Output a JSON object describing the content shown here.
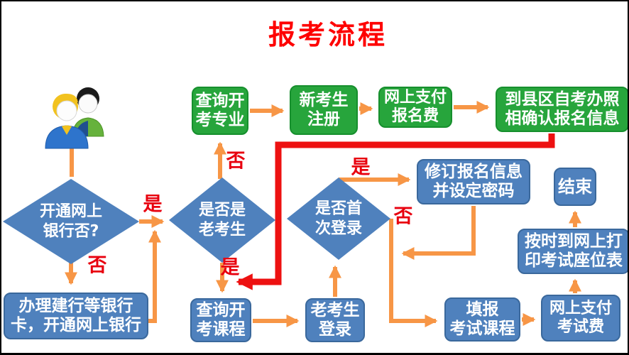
{
  "title": "报考流程",
  "colors": {
    "box_green": "#27a53c",
    "box_blue": "#4f81bd",
    "arrow_orange": "#f79646",
    "line_red": "#ed1111",
    "label_red": "#e8000f",
    "title_red": "#fe0000",
    "text_white": "#ffffff"
  },
  "icons": {
    "applicant": "two-users-icon"
  },
  "nodes": {
    "query_major": {
      "text": "查询开\n考专业"
    },
    "new_register": {
      "text": "新考生\n注册"
    },
    "pay_reg_fee": {
      "text": "网上支付\n报名费"
    },
    "confirm_info": {
      "text": "到县区自考办照\n相确认报名信息"
    },
    "bank_card": {
      "text": "办理建行等银行\n卡，开通网上银行"
    },
    "query_course": {
      "text": "查询开\n考课程"
    },
    "old_login": {
      "text": "老考生\n登录"
    },
    "revise_info": {
      "text": "修订报名信息\n并设定密码"
    },
    "end": {
      "text": "结束"
    },
    "print_seat": {
      "text": "按时到网上打\n印考试座位表"
    },
    "fill_course": {
      "text": "填报\n考试课程"
    },
    "pay_exam_fee": {
      "text": "网上支付\n考试费"
    }
  },
  "decisions": {
    "open_bank": {
      "text": "开通网上\n银行否?"
    },
    "is_old": {
      "text": "是否是\n老考生"
    },
    "first_login": {
      "text": "是否首\n次登录"
    }
  },
  "labels": {
    "open_bank_yes": "是",
    "open_bank_no": "否",
    "is_old_no": "否",
    "is_old_yes": "是",
    "first_login_yes": "是",
    "first_login_no": "否"
  }
}
